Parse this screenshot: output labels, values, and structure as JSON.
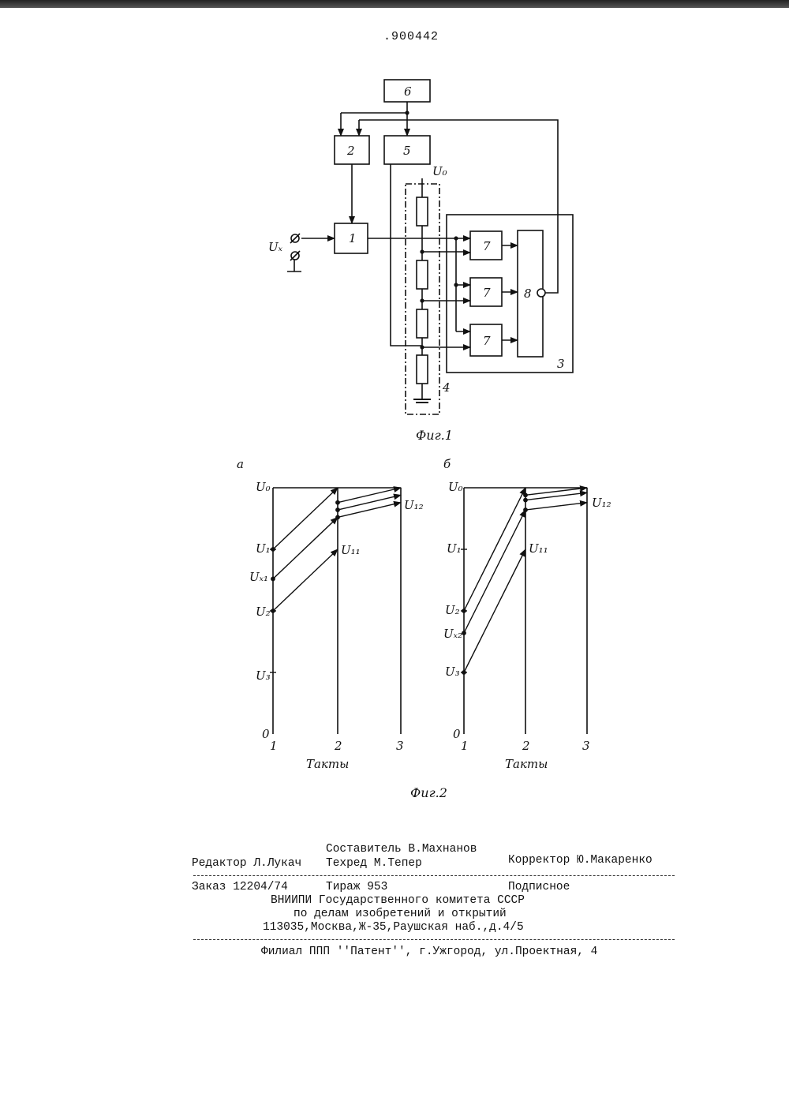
{
  "header": {
    "patent_number": ".900442"
  },
  "fig1": {
    "caption": "Фиг.1",
    "blocks": {
      "b1": "1",
      "b2": "2",
      "b3": "3",
      "b4": "4",
      "b5": "5",
      "b6": "6",
      "b7": "7",
      "b8": "8"
    },
    "labels": {
      "u0": "U₀",
      "ux": "Uₓ"
    }
  },
  "fig2": {
    "caption": "Фиг.2",
    "xlabel": "Такты",
    "panel_a": {
      "letter": "a",
      "y_labels": {
        "u0": "U₀",
        "u1": "U₁",
        "ux": "Uₓ₁",
        "u2": "U₂",
        "u3": "U₃",
        "zero": "0"
      },
      "x_ticks": [
        "1",
        "2",
        "3"
      ],
      "annot_mid": "U₁₁",
      "annot_end": "U₁₂"
    },
    "panel_b": {
      "letter": "б",
      "y_labels": {
        "u0": "U₀",
        "u1": "U₁",
        "u2": "U₂",
        "ux": "Uₓ₂",
        "u3": "U₃",
        "zero": "0"
      },
      "x_ticks": [
        "1",
        "2",
        "3"
      ],
      "annot_mid": "U₁₁",
      "annot_end": "U₁₂"
    }
  },
  "chart_data": [
    {
      "type": "line",
      "panel": "a",
      "xlabel": "Такты",
      "x": [
        1,
        2,
        3
      ],
      "ylim": [
        0,
        1
      ],
      "levels": {
        "U0": 1.0,
        "U1": 0.75,
        "U2": 0.5,
        "U3": 0.25
      },
      "series": [
        {
          "x": [
            1,
            2
          ],
          "y": [
            0.75,
            1.0
          ]
        },
        {
          "x": [
            1,
            2
          ],
          "y": [
            0.63,
            0.88
          ]
        },
        {
          "x": [
            1,
            2
          ],
          "y": [
            0.5,
            0.75
          ]
        },
        {
          "x": [
            2,
            3
          ],
          "y": [
            0.94,
            1.0
          ]
        },
        {
          "x": [
            2,
            3
          ],
          "y": [
            0.91,
            0.97
          ]
        },
        {
          "x": [
            2,
            3
          ],
          "y": [
            0.88,
            0.94
          ]
        }
      ]
    },
    {
      "type": "line",
      "panel": "б",
      "xlabel": "Такты",
      "x": [
        1,
        2,
        3
      ],
      "ylim": [
        0,
        1
      ],
      "levels": {
        "U0": 1.0,
        "U1": 0.75,
        "U2": 0.5,
        "U3": 0.25
      },
      "series": [
        {
          "x": [
            1,
            2
          ],
          "y": [
            0.5,
            1.0
          ]
        },
        {
          "x": [
            1,
            2
          ],
          "y": [
            0.41,
            0.91
          ]
        },
        {
          "x": [
            1,
            2
          ],
          "y": [
            0.25,
            0.75
          ]
        },
        {
          "x": [
            2,
            3
          ],
          "y": [
            0.97,
            1.0
          ]
        },
        {
          "x": [
            2,
            3
          ],
          "y": [
            0.95,
            0.98
          ]
        },
        {
          "x": [
            2,
            3
          ],
          "y": [
            0.91,
            0.94
          ]
        }
      ]
    }
  ],
  "imprint": {
    "compiler": "Составитель В.Махнанов",
    "editor": "Редактор Л.Лукач",
    "techred": "Техред М.Тепер",
    "corrector": "Корректор Ю.Макаренко",
    "order": "Заказ 12204/74",
    "circulation": "Тираж 953",
    "subscription": "Подписное",
    "org_line1": "ВНИИПИ Государственного комитета СССР",
    "org_line2": "по делам изобретений и открытий",
    "address": "113035,Москва,Ж-35,Раушская наб.,д.4/5",
    "branch": "Филиал ППП ''Патент'', г.Ужгород, ул.Проектная, 4"
  }
}
